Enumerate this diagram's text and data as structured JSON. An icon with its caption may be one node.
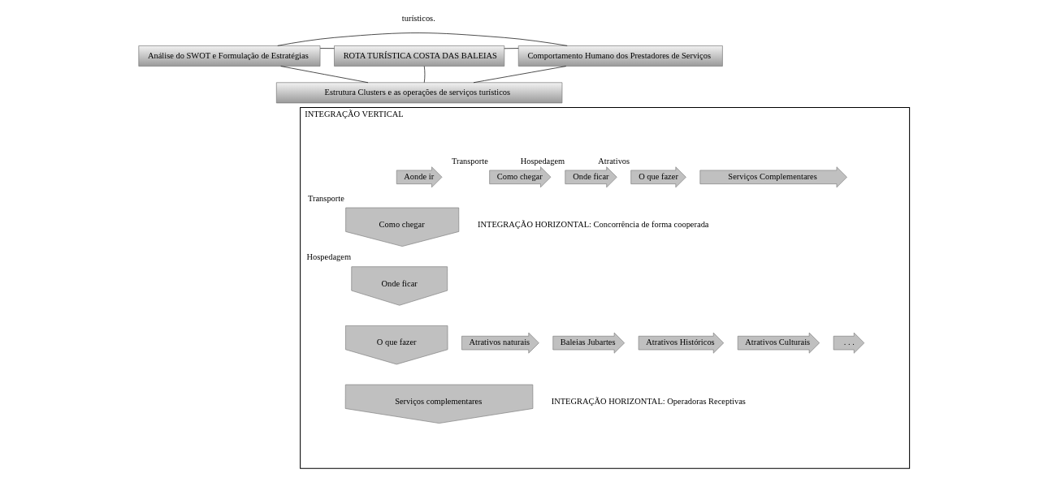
{
  "diagram": {
    "nodes": [
      {
        "text": [
          "Análise do SWOT e Formulação de Estratégias"
        ]
      },
      {
        "text": [
          "ROTA TURÍSTICA COSTA DAS BALEIAS"
        ]
      },
      {
        "text": [
          "Comportamento Humano dos Prestadores de Serviços"
        ]
      },
      {
        "text": [
          "INTEGRAÇÃO VERTICAL"
        ]
      },
      {
        "text": [
          "Estrutura Clusters e as operações de serviços turísticos"
        ]
      },
      {
        "text": [
          "Aonde ir"
        ],
        "in": 3
      },
      {
        "text": [
          "Como chegar"
        ],
        "beside": [
          "Transporte"
        ],
        "in": 3
      },
      {
        "text": [
          "Onde ficar"
        ],
        "beside": [
          "Hospedagem"
        ],
        "in": 3
      },
      {
        "text": [
          "O que fazer"
        ],
        "beside": [
          "Atrativos"
        ],
        "in": 3
      },
      {
        "text": [
          "Serviços Complementares"
        ],
        "in": 3
      },
      {
        "text": [
          "Como chegar"
        ],
        "beside": [
          "Transporte"
        ],
        "in": 3
      },
      {
        "text": [
          "Onde ficar"
        ],
        "beside": [
          "Hospedagem"
        ],
        "in": 3
      },
      {
        "text": [
          "O que fazer"
        ],
        "in": 3
      },
      {
        "text": [
          "Serviços complementares"
        ],
        "in": 3
      },
      {
        "text": [
          "Atrativos naturais"
        ],
        "in": 3
      },
      {
        "text": [
          "Baleias Jubartes"
        ],
        "in": 3
      },
      {
        "text": [
          "Atrativos Históricos"
        ],
        "in": 3
      },
      {
        "text": [
          "Atrativos Culturais"
        ],
        "in": 3
      },
      {
        "text": [
          ". . ."
        ],
        "in": 3
      }
    ],
    "edges": [
      {
        "from": 0,
        "to": 2,
        "arrow": "none"
      },
      {
        "from": 0,
        "to": 1,
        "arrow": "none"
      },
      {
        "from": 1,
        "to": 2,
        "arrow": "none"
      },
      {
        "from": 0,
        "to": 4,
        "arrow": "none"
      },
      {
        "from": 1,
        "to": 4,
        "arrow": "none"
      },
      {
        "from": 2,
        "to": 4,
        "arrow": "none"
      }
    ],
    "labels": [
      "turísticos.",
      "INTEGRAÇÃO HORIZONTAL: Concorrência de forma cooperada",
      "INTEGRAÇÃO HORIZONTAL: Operadoras Receptivas"
    ]
  }
}
